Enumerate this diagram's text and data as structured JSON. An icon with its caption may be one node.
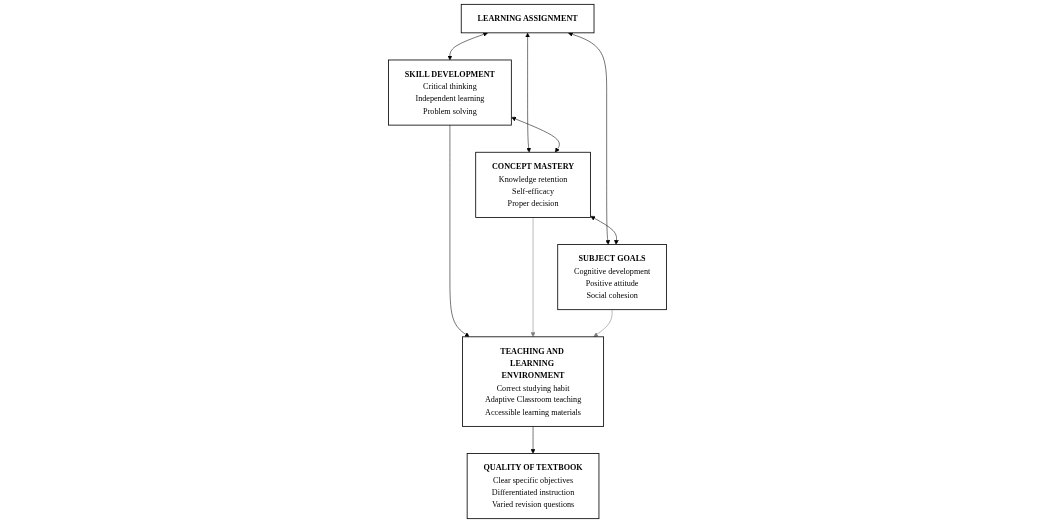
{
  "diagram": {
    "nodes": [
      {
        "text": [
          "LEARNING ASSIGNMENT"
        ]
      },
      {
        "text": [
          "SKILL DEVELOPMENT",
          "Critical thinking",
          "Independent learning",
          "Problem solving"
        ]
      },
      {
        "text": [
          "CONCEPT MASTERY",
          "Knowledge retention",
          "Self-efficacy",
          "Proper decision"
        ]
      },
      {
        "text": [
          "SUBJECT GOALS",
          "Cognitive development",
          "Positive attitude",
          "Social cohesion"
        ]
      },
      {
        "text": [
          "TEACHING AND LEARNING ENVIRONMENT",
          "Correct studying habit",
          "Adaptive Classroom teaching",
          "Accessible learning materials"
        ]
      },
      {
        "text": [
          "QUALITY OF TEXTBOOK",
          "Clear specific objectives",
          "Differentiated instruction",
          "Varied revision questions"
        ]
      }
    ],
    "edges": [
      {
        "from": 0,
        "to": 1,
        "arrow": "both"
      },
      {
        "from": 0,
        "to": 2,
        "arrow": "both"
      },
      {
        "from": 0,
        "to": 3,
        "arrow": "both"
      },
      {
        "from": 1,
        "to": 2,
        "arrow": "both"
      },
      {
        "from": 2,
        "to": 3,
        "arrow": "both"
      },
      {
        "from": 1,
        "to": 4,
        "arrow": "to"
      },
      {
        "from": 2,
        "to": 4,
        "arrow": "to",
        "color": "#7f7f7f"
      },
      {
        "from": 3,
        "to": 4,
        "arrow": "to",
        "color": "#7f7f7f"
      },
      {
        "from": 4,
        "to": 5,
        "arrow": "to"
      }
    ]
  }
}
